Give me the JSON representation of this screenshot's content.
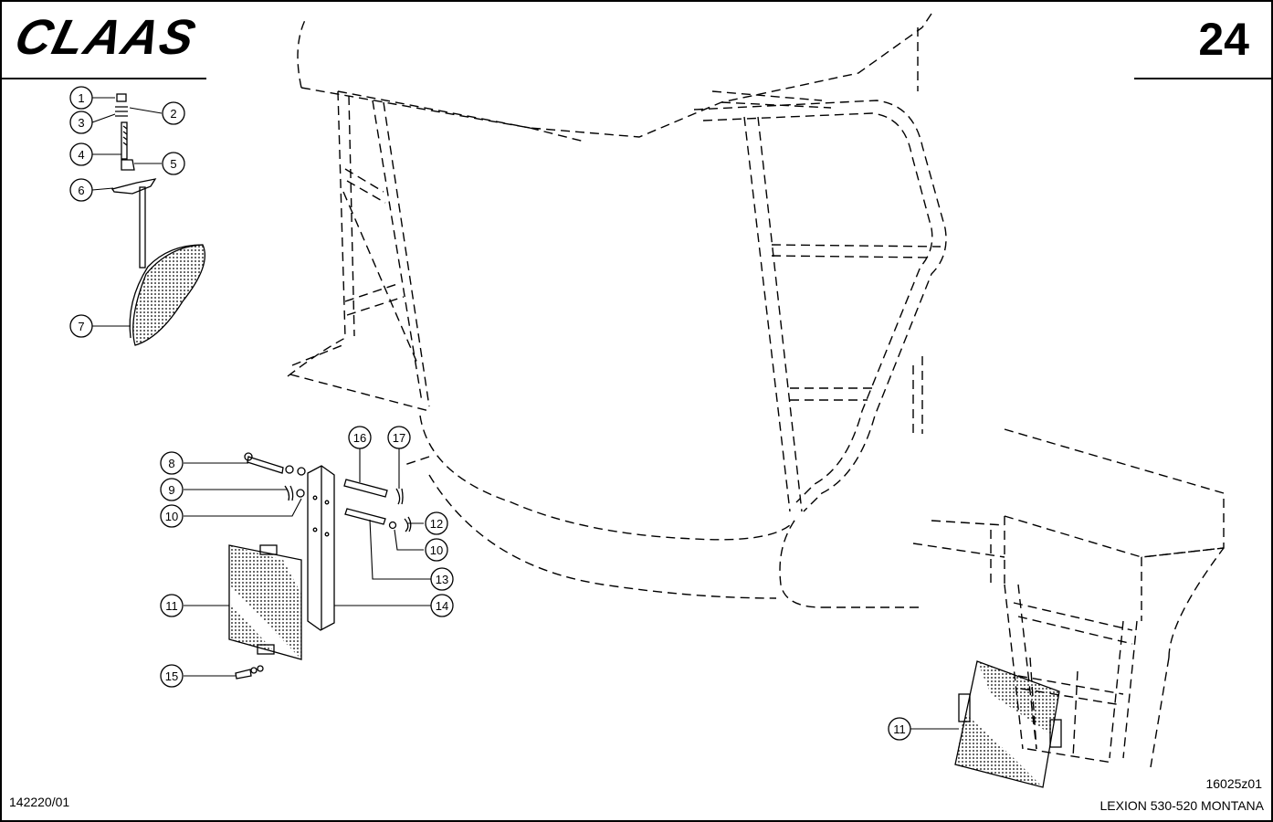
{
  "header": {
    "brand": "CLAAS",
    "page_number": "24"
  },
  "footer": {
    "document_number": "142220/01",
    "figure_number": "16025z01",
    "model": "LEXION 530-520 MONTANA"
  },
  "callouts": [
    "1",
    "2",
    "3",
    "4",
    "5",
    "6",
    "7",
    "8",
    "9",
    "10",
    "10",
    "11",
    "11",
    "12",
    "13",
    "14",
    "15",
    "16",
    "17"
  ]
}
